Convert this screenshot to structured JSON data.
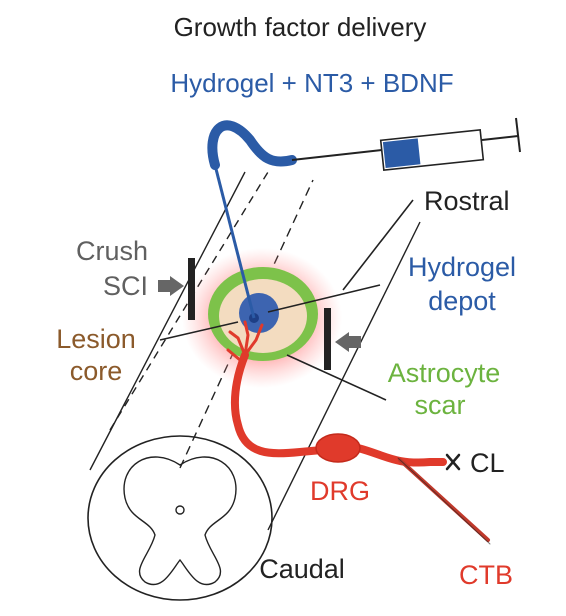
{
  "title": "Growth factor delivery",
  "subtitle": "Hydrogel + NT3 + BDNF",
  "labels": {
    "rostral": "Rostral",
    "crush_line1": "Crush",
    "crush_line2": "SCI",
    "hydrogel_line1": "Hydrogel",
    "hydrogel_line2": "depot",
    "lesion_line1": "Lesion",
    "lesion_line2": "core",
    "astro_line1": "Astrocyte",
    "astro_line2": "scar",
    "cl": "CL",
    "drg": "DRG",
    "caudal": "Caudal",
    "ctb": "CTB"
  },
  "colors": {
    "blue": "#2b5ba6",
    "green": "#7dc24a",
    "red": "#e03a2b",
    "brown": "#8b5a2b",
    "gray": "#606060",
    "lesion_fill": "#f3dcc0",
    "black": "#222222"
  },
  "icons": [
    "syringe-icon",
    "arrow-right-icon",
    "arrow-left-icon",
    "cross-mark-icon"
  ]
}
